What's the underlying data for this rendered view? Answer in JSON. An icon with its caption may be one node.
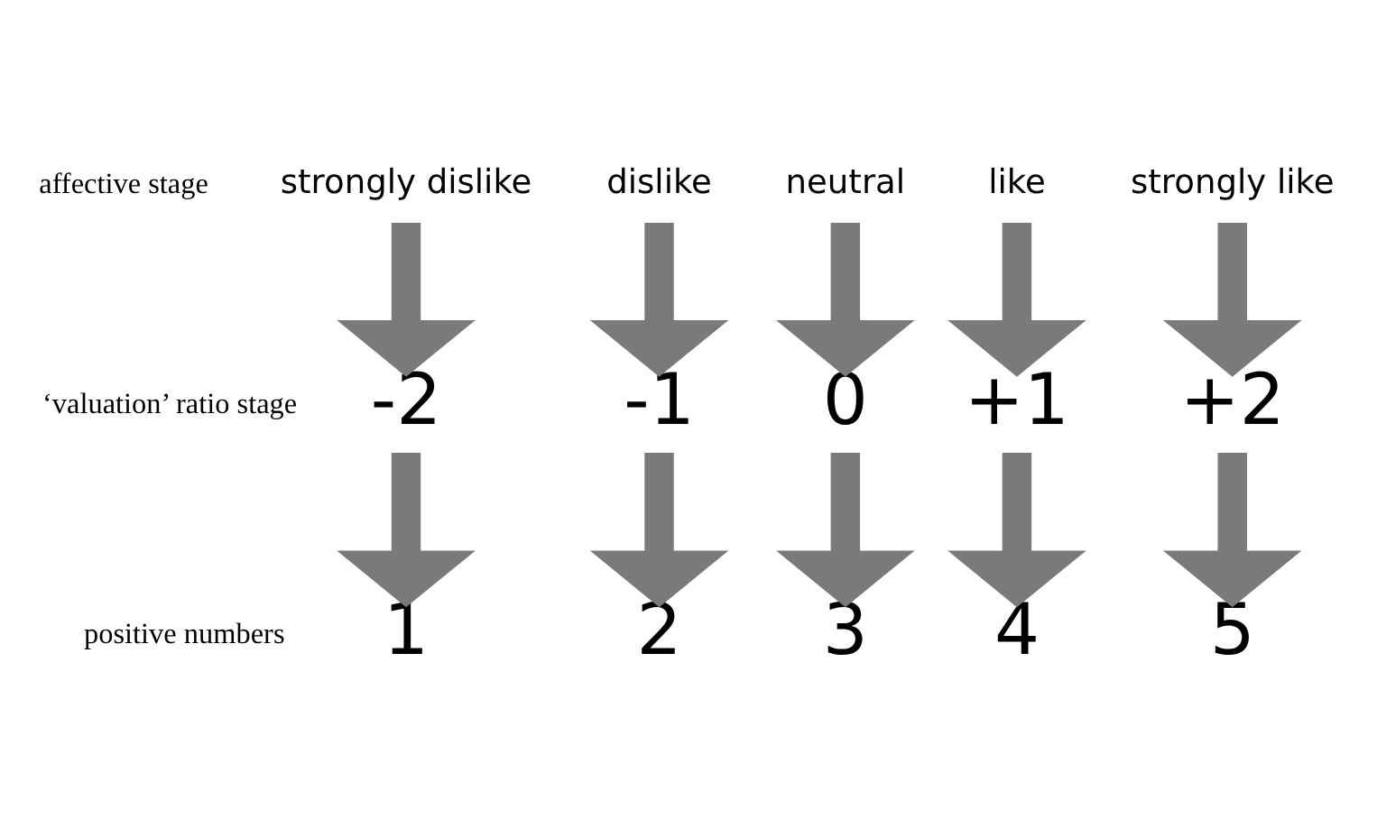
{
  "diagram": {
    "nodes": [
      {
        "text": [
          "strongly dislike"
        ]
      },
      {
        "text": [
          "dislike"
        ]
      },
      {
        "text": [
          "neutral"
        ]
      },
      {
        "text": [
          "like"
        ]
      },
      {
        "text": [
          "strongly like"
        ]
      },
      {
        "text": [
          "-2"
        ]
      },
      {
        "text": [
          "-1"
        ]
      },
      {
        "text": [
          "0"
        ]
      },
      {
        "text": [
          "+1"
        ]
      },
      {
        "text": [
          "+2"
        ]
      },
      {
        "text": [
          "1"
        ]
      },
      {
        "text": [
          "2"
        ]
      },
      {
        "text": [
          "3"
        ]
      },
      {
        "text": [
          "4"
        ]
      },
      {
        "text": [
          "5"
        ]
      }
    ],
    "edges": [
      {
        "from": 0,
        "to": 5,
        "arrow": "to"
      },
      {
        "from": 1,
        "to": 6,
        "arrow": "to"
      },
      {
        "from": 2,
        "to": 7,
        "arrow": "to"
      },
      {
        "from": 3,
        "to": 8,
        "arrow": "to"
      },
      {
        "from": 4,
        "to": 9,
        "arrow": "to"
      },
      {
        "from": 5,
        "to": 10,
        "arrow": "to"
      },
      {
        "from": 6,
        "to": 11,
        "arrow": "to"
      },
      {
        "from": 7,
        "to": 12,
        "arrow": "to"
      },
      {
        "from": 8,
        "to": 13,
        "arrow": "to"
      },
      {
        "from": 9,
        "to": 14,
        "arrow": "to"
      }
    ],
    "labels": [
      "affective stage",
      "‘valuation’ ratio stage",
      "positive numbers"
    ]
  }
}
